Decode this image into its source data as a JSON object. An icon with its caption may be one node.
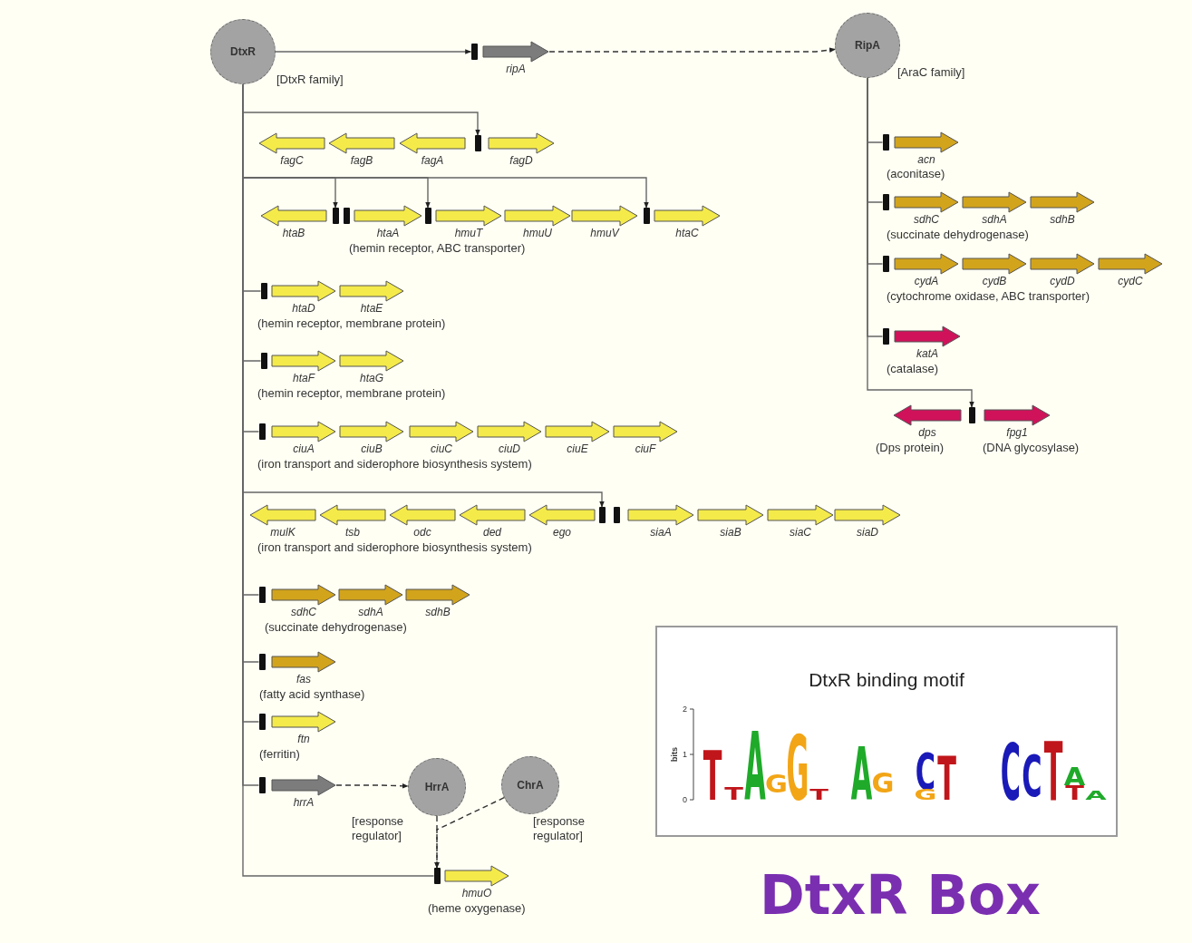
{
  "diagram": {
    "nodes": [
      {
        "text": [
          "DtxR"
        ],
        "beside": [
          "[DtxR family]"
        ]
      },
      {
        "text": [],
        "shape": "bar"
      },
      {
        "text": [
          "ripA"
        ]
      },
      {
        "text": [
          "RipA"
        ],
        "beside": [
          "[AraC family]"
        ]
      },
      {
        "text": [
          "fagC"
        ]
      },
      {
        "text": [
          "fagB"
        ]
      },
      {
        "text": [
          "fagA"
        ]
      },
      {
        "text": [],
        "shape": "bar"
      },
      {
        "text": [
          "fagD"
        ]
      },
      {
        "text": [
          "htaB"
        ]
      },
      {
        "text": [],
        "shape": "bar"
      },
      {
        "text": [],
        "shape": "bar"
      },
      {
        "text": [
          "htaA"
        ]
      },
      {
        "text": [],
        "shape": "bar"
      },
      {
        "text": [
          "hmuT"
        ]
      },
      {
        "text": [
          "hmuU"
        ]
      },
      {
        "text": [
          "hmuV"
        ]
      },
      {
        "text": [],
        "shape": "bar"
      },
      {
        "text": [
          "htaC"
        ]
      },
      {
        "text": [],
        "shape": "bar"
      },
      {
        "text": [
          "htaD"
        ]
      },
      {
        "text": [
          "htaE"
        ]
      },
      {
        "text": [],
        "shape": "bar"
      },
      {
        "text": [
          "htaF"
        ]
      },
      {
        "text": [
          "htaG"
        ]
      },
      {
        "text": [],
        "shape": "bar"
      },
      {
        "text": [
          "ciuA"
        ]
      },
      {
        "text": [
          "ciuB"
        ]
      },
      {
        "text": [
          "ciuC"
        ]
      },
      {
        "text": [
          "ciuD"
        ]
      },
      {
        "text": [
          "ciuE"
        ]
      },
      {
        "text": [
          "ciuF"
        ]
      },
      {
        "text": [
          "mulK"
        ]
      },
      {
        "text": [
          "tsb"
        ]
      },
      {
        "text": [
          "odc"
        ]
      },
      {
        "text": [
          "ded"
        ]
      },
      {
        "text": [
          "ego"
        ]
      },
      {
        "text": [],
        "shape": "bar"
      },
      {
        "text": [],
        "shape": "bar"
      },
      {
        "text": [
          "siaA"
        ]
      },
      {
        "text": [
          "siaB"
        ]
      },
      {
        "text": [
          "siaC"
        ]
      },
      {
        "text": [
          "siaD"
        ]
      },
      {
        "text": [],
        "shape": "bar"
      },
      {
        "text": [
          "sdhC"
        ]
      },
      {
        "text": [
          "sdhA"
        ]
      },
      {
        "text": [
          "sdhB"
        ]
      },
      {
        "text": [],
        "shape": "bar"
      },
      {
        "text": [
          "fas"
        ]
      },
      {
        "text": [],
        "shape": "bar"
      },
      {
        "text": [
          "ftn"
        ]
      },
      {
        "text": [],
        "shape": "bar"
      },
      {
        "text": [
          "hrrA"
        ]
      },
      {
        "text": [
          "HrrA"
        ],
        "beside": [
          "[response regulator]"
        ]
      },
      {
        "text": [
          "ChrA"
        ],
        "beside": [
          "[response regulator]"
        ]
      },
      {
        "text": [],
        "shape": "bar"
      },
      {
        "text": [
          "hmuO"
        ]
      },
      {
        "text": [],
        "shape": "bar"
      },
      {
        "text": [
          "acn"
        ]
      },
      {
        "text": [],
        "shape": "bar"
      },
      {
        "text": [
          "sdhC"
        ]
      },
      {
        "text": [
          "sdhA"
        ]
      },
      {
        "text": [
          "sdhB"
        ]
      },
      {
        "text": [],
        "shape": "bar"
      },
      {
        "text": [
          "cydA"
        ]
      },
      {
        "text": [
          "cydB"
        ]
      },
      {
        "text": [
          "cydD"
        ]
      },
      {
        "text": [
          "cydC"
        ]
      },
      {
        "text": [],
        "shape": "bar"
      },
      {
        "text": [
          "katA"
        ]
      },
      {
        "text": [
          "dps"
        ]
      },
      {
        "text": [],
        "shape": "bar"
      },
      {
        "text": [
          "fpg1"
        ]
      }
    ],
    "edges": [
      {
        "from": 0,
        "to": 1,
        "arrow": "to"
      },
      {
        "from": 2,
        "to": 3,
        "arrow": "to",
        "style": "dashed"
      },
      {
        "from": 0,
        "to": 7,
        "arrow": "to"
      },
      {
        "from": 0,
        "to": 10,
        "arrow": "to"
      },
      {
        "from": 0,
        "to": 13,
        "arrow": "to"
      },
      {
        "from": 0,
        "to": 17,
        "arrow": "to"
      },
      {
        "from": 0,
        "to": 19,
        "arrow": "none"
      },
      {
        "from": 0,
        "to": 22,
        "arrow": "none"
      },
      {
        "from": 0,
        "to": 25,
        "arrow": "none"
      },
      {
        "from": 0,
        "to": 37,
        "arrow": "to"
      },
      {
        "from": 0,
        "to": 43,
        "arrow": "none"
      },
      {
        "from": 0,
        "to": 47,
        "arrow": "none"
      },
      {
        "from": 0,
        "to": 49,
        "arrow": "none"
      },
      {
        "from": 0,
        "to": 51,
        "arrow": "none"
      },
      {
        "from": 0,
        "to": 55,
        "arrow": "none"
      },
      {
        "from": 52,
        "to": 53,
        "arrow": "to",
        "style": "dashed"
      },
      {
        "from": 53,
        "to": 55,
        "arrow": "to",
        "style": "dashed"
      },
      {
        "from": 54,
        "to": 55,
        "arrow": "to",
        "style": "dashed"
      },
      {
        "from": 3,
        "to": 57,
        "arrow": "none"
      },
      {
        "from": 3,
        "to": 59,
        "arrow": "none"
      },
      {
        "from": 3,
        "to": 63,
        "arrow": "none"
      },
      {
        "from": 3,
        "to": 68,
        "arrow": "none"
      },
      {
        "from": 3,
        "to": 71,
        "arrow": "to"
      }
    ],
    "labels": [
      "(hemin receptor, ABC transporter)",
      "(hemin receptor, membrane protein)",
      "(hemin receptor, membrane protein)",
      "(iron transport and siderophore biosynthesis system)",
      "(iron transport and siderophore biosynthesis system)",
      "(succinate dehydrogenase)",
      "(fatty acid synthase)",
      "(ferritin)",
      "(heme oxygenase)",
      "(aconitase)",
      "(succinate dehydrogenase)",
      "(cytochrome oxidase, ABC transporter)",
      "(catalase)",
      "(Dps protein)",
      "(DNA glycosylase)",
      "DtxR binding motif",
      "bits",
      "2",
      "1",
      "0",
      "T",
      "T",
      "A",
      "G",
      "G",
      "T",
      "A",
      "G",
      "C",
      "G",
      "T",
      "C",
      "C",
      "T",
      "A",
      "T",
      "A",
      "DtxR Box"
    ]
  }
}
